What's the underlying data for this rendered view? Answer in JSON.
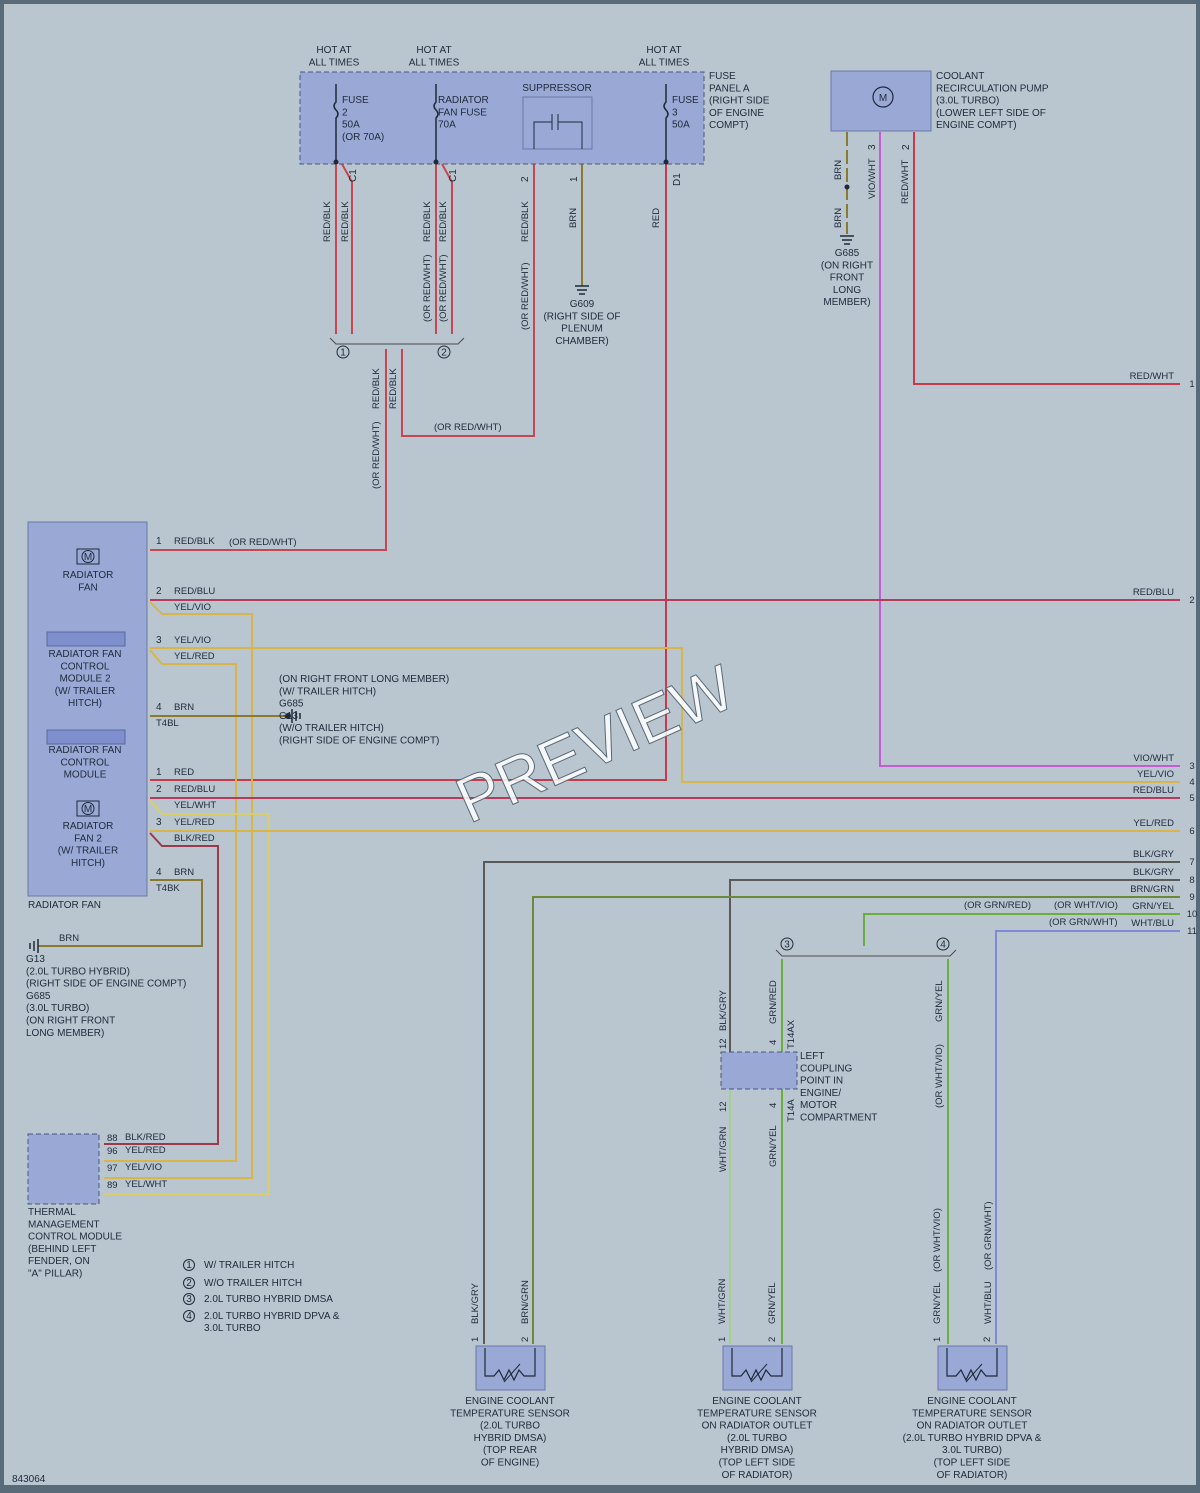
{
  "diagram_id": "843064",
  "watermark": "PREVIEW",
  "colors": {
    "red": "#c83a4a",
    "red_blk": "#c84652",
    "red_blu": "#b53a5c",
    "yel": "#d8b54a",
    "yel_wht": "#d9cf6a",
    "brn": "#8a7a30",
    "blk": "#4a4a4a",
    "vio": "#c65ad8",
    "grn": "#6cae3c",
    "blu": "#7e8ad8",
    "box": "#9aa8d6",
    "bg": "#b9c6d0"
  },
  "fuse_panel": {
    "hot1": "HOT AT\nALL TIMES",
    "hot2": "HOT AT\nALL TIMES",
    "hot3": "HOT AT\nALL TIMES",
    "fuse2": "FUSE\n2\n50A\n(OR 70A)",
    "rad_fuse": "RADIATOR\nFAN FUSE\n70A",
    "suppressor": "SUPPRESSOR",
    "fuse3": "FUSE\n3\n50A",
    "label": "FUSE\nPANEL A\n(RIGHT SIDE\nOF ENGINE\nCOMPT)",
    "pin_c1a": "C1",
    "pin_c1b": "C1",
    "pin_2": "2",
    "pin_1": "1",
    "pin_d1": "D1"
  },
  "pump": {
    "label": "COOLANT\nRECIRCULATION PUMP\n(3.0L TURBO)\n(LOWER LEFT SIDE OF\nENGINE COMPT)",
    "m": "M",
    "pin3": "3",
    "pin2": "2",
    "w_brn1": "BRN",
    "w_brn2": "BRN",
    "w_vio": "VIO/WHT",
    "w_red": "RED/WHT",
    "g685": "G685\n(ON RIGHT\nFRONT\nLONG\nMEMBER)"
  },
  "upper_wires": {
    "w1": "RED/BLK",
    "w2": "RED/BLK",
    "w3": "RED/BLK",
    "w4": "RED/BLK",
    "w4b": "(OR RED/WHT)",
    "w4c": "(OR RED/WHT)",
    "w5": "RED/BLK",
    "w5b": "(OR RED/WHT)",
    "w6": "BRN",
    "w7": "RED",
    "g609": "G609\n(RIGHT SIDE OF\nPLENUM\nCHAMBER)",
    "m1": "RED/BLK",
    "m2": "RED/BLK",
    "m3": "(OR RED/WHT)",
    "m4": "(OR RED/WHT)",
    "note1": "1",
    "note2": "2"
  },
  "fan": {
    "rad_fan": "RADIATOR\nFAN",
    "module2": "RADIATOR FAN\nCONTROL\nMODULE 2\n(W/ TRAILER\nHITCH)",
    "module": "RADIATOR FAN\nCONTROL\nMODULE",
    "fan2": "RADIATOR\nFAN 2\n(W/ TRAILER\nHITCH)",
    "label": "RADIATOR FAN",
    "m": "M",
    "t4bl": "T4BL",
    "t4bk": "T4BK",
    "pins": [
      {
        "pin": "1",
        "wire": "RED/BLK",
        "alt": "(OR RED/WHT)"
      },
      {
        "pin": "2",
        "wire": "RED/BLU",
        "alt": ""
      },
      {
        "pin": "",
        "wire": "YEL/VIO",
        "alt": ""
      },
      {
        "pin": "3",
        "wire": "YEL/VIO",
        "alt": ""
      },
      {
        "pin": "",
        "wire": "YEL/RED",
        "alt": ""
      },
      {
        "pin": "4",
        "wire": "BRN",
        "alt": ""
      },
      {
        "pin": "1",
        "wire": "RED",
        "alt": ""
      },
      {
        "pin": "2",
        "wire": "RED/BLU",
        "alt": ""
      },
      {
        "pin": "",
        "wire": "YEL/WHT",
        "alt": ""
      },
      {
        "pin": "3",
        "wire": "YEL/RED",
        "alt": ""
      },
      {
        "pin": "",
        "wire": "BLK/RED",
        "alt": ""
      },
      {
        "pin": "4",
        "wire": "BRN",
        "alt": ""
      }
    ],
    "ground_note": "(ON RIGHT FRONT LONG MEMBER)\n(W/ TRAILER HITCH)\nG685\nG13\n(W/O TRAILER HITCH)\n(RIGHT SIDE OF ENGINE COMPT)",
    "brn_gnd": "BRN",
    "g13_note": "G13\n(2.0L TURBO HYBRID)\n(RIGHT SIDE OF ENGINE COMPT)\nG685\n(3.0L TURBO)\n(ON RIGHT FRONT\nLONG MEMBER)"
  },
  "right_wires": [
    {
      "num": "1",
      "label": "RED/WHT"
    },
    {
      "num": "2",
      "label": "RED/BLU"
    },
    {
      "num": "3",
      "label": "VIO/WHT"
    },
    {
      "num": "4",
      "label": "YEL/VIO"
    },
    {
      "num": "5",
      "label": "RED/BLU"
    },
    {
      "num": "6",
      "label": "YEL/RED"
    },
    {
      "num": "7",
      "label": "BLK/GRY"
    },
    {
      "num": "8",
      "label": "BLK/GRY"
    },
    {
      "num": "9",
      "label": "BRN/GRN"
    },
    {
      "num": "10",
      "label": "GRN/YEL"
    },
    {
      "num": "11",
      "label": "WHT/BLU"
    }
  ],
  "right_alt": {
    "a10": "(OR WHT/VIO)",
    "a10b": "(OR GRN/RED)",
    "a11": "(OR GRN/WHT)"
  },
  "tmcm": {
    "label": "THERMAL\nMANAGEMENT\nCONTROL MODULE\n(BEHIND LEFT\nFENDER, ON\n\"A\" PILLAR)",
    "pins": [
      {
        "pin": "88",
        "wire": "BLK/RED"
      },
      {
        "pin": "96",
        "wire": "YEL/RED"
      },
      {
        "pin": "97",
        "wire": "YEL/VIO"
      },
      {
        "pin": "89",
        "wire": "YEL/WHT"
      }
    ]
  },
  "legend": [
    {
      "n": "1",
      "text": "W/ TRAILER HITCH"
    },
    {
      "n": "2",
      "text": "W/O TRAILER HITCH"
    },
    {
      "n": "3",
      "text": "2.0L TURBO HYBRID DMSA"
    },
    {
      "n": "4",
      "text": "2.0L TURBO HYBRID DPVA &\n3.0L TURBO"
    }
  ],
  "coupling": {
    "label": "LEFT\nCOUPLING\nPOINT IN\nENGINE/\nMOTOR\nCOMPARTMENT",
    "t14ax": "T14AX",
    "t14a": "T14A",
    "p12a": "12",
    "p4a": "4",
    "p12b": "12",
    "p4b": "4",
    "w_blkgry": "BLK/GRY",
    "w_grnred": "GRN/RED",
    "w_whtgrn": "WHT/GRN",
    "w_grnyel": "GRN/YEL",
    "n3": "3",
    "n4": "4",
    "w4_grnyel": "GRN/YEL",
    "w4_alt": "(OR WHT/VIO)"
  },
  "sensors": [
    {
      "label": "ENGINE COOLANT\nTEMPERATURE SENSOR\n(2.0L TURBO\nHYBRID DMSA)\n(TOP REAR\nOF ENGINE)",
      "p1": "1",
      "p2": "2",
      "w1": "BLK/GRY",
      "w2": "BRN/GRN",
      "a1": "",
      "a2": ""
    },
    {
      "label": "ENGINE COOLANT\nTEMPERATURE SENSOR\nON RADIATOR OUTLET\n(2.0L TURBO\nHYBRID DMSA)\n(TOP LEFT SIDE\nOF RADIATOR)",
      "p1": "1",
      "p2": "2",
      "w1": "WHT/GRN",
      "w2": "GRN/YEL",
      "a1": "",
      "a2": ""
    },
    {
      "label": "ENGINE COOLANT\nTEMPERATURE SENSOR\nON RADIATOR OUTLET\n(2.0L TURBO HYBRID DPVA &\n3.0L TURBO)\n(TOP LEFT SIDE\nOF RADIATOR)",
      "p1": "1",
      "p2": "2",
      "w1": "WHT/BLU",
      "w2": "GRN/YEL",
      "a1": "(OR GRN/WHT)",
      "a2": "(OR WHT/VIO)"
    }
  ]
}
